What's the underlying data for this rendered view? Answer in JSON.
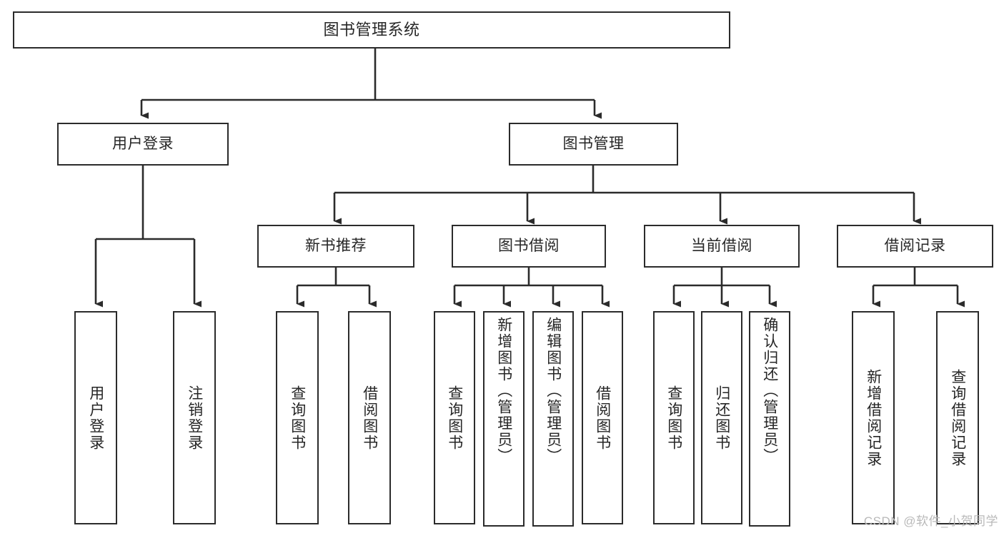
{
  "diagram": {
    "title": "图书管理系统",
    "type": "tree-hierarchy-chart",
    "stroke_color": "#2b2b2b",
    "background_color": "#ffffff",
    "text_color": "#262626"
  },
  "watermark": {
    "text": "CSDN @软件_小贺同学",
    "color": "#b9b9b9"
  },
  "nodes": {
    "root": {
      "label": "图书管理系统"
    },
    "level1": [
      {
        "label": "用户登录"
      },
      {
        "label": "图书管理"
      }
    ],
    "level2": [
      {
        "label": "新书推荐"
      },
      {
        "label": "图书借阅"
      },
      {
        "label": "当前借阅"
      },
      {
        "label": "借阅记录"
      }
    ],
    "leaves": {
      "user_login": [
        {
          "label": "用户登录"
        },
        {
          "label": "注销登录"
        }
      ],
      "new_book": [
        {
          "label": "查询图书"
        },
        {
          "label": "借阅图书"
        }
      ],
      "book_borrow": [
        {
          "label": "查询图书"
        },
        {
          "label": "新增图书（管理员）"
        },
        {
          "label": "编辑图书（管理员）"
        },
        {
          "label": "借阅图书"
        }
      ],
      "current_borrow": [
        {
          "label": "查询图书"
        },
        {
          "label": "归还图书"
        },
        {
          "label": "确认归还（管理员）"
        }
      ],
      "borrow_record": [
        {
          "label": "新增借阅记录"
        },
        {
          "label": "查询借阅记录"
        }
      ]
    }
  }
}
